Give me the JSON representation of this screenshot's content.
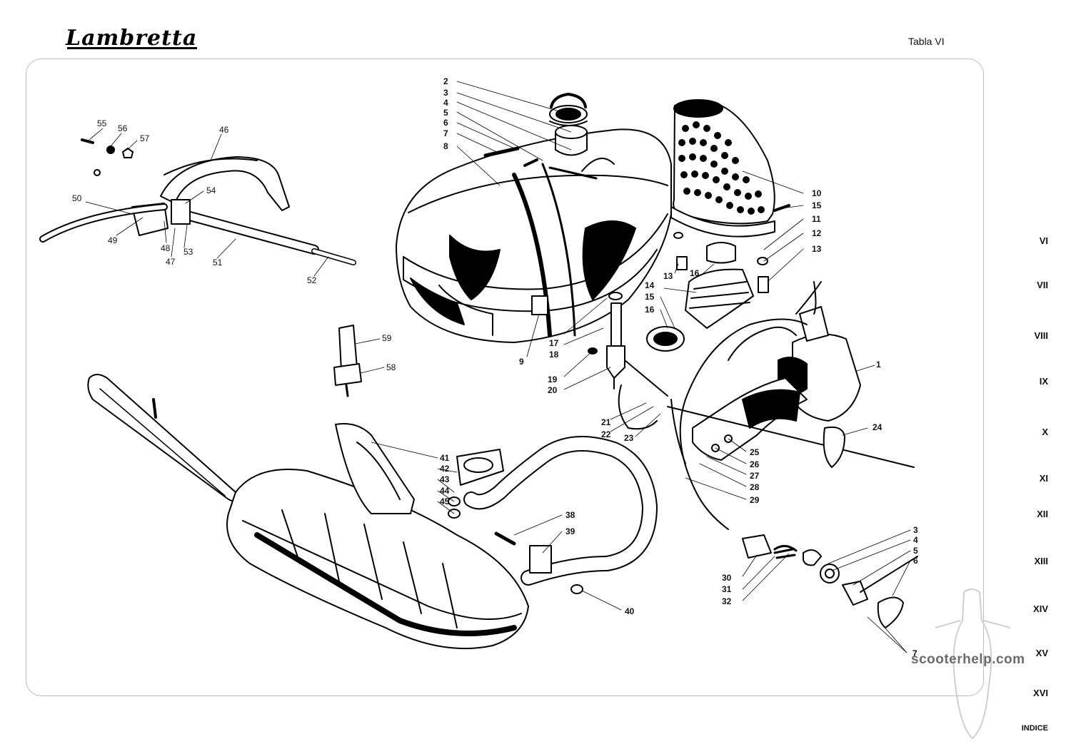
{
  "header": {
    "logo_text": "Lambretta",
    "table_title": "Tabla VI"
  },
  "nav": {
    "items": [
      "VI",
      "VII",
      "VIII",
      "IX",
      "X",
      "XI",
      "XII",
      "XIII",
      "XIV",
      "XV",
      "XVI",
      "INDICE"
    ]
  },
  "watermark": "scooterhelp.com",
  "callouts": [
    "1",
    "2",
    "3",
    "4",
    "5",
    "6",
    "7",
    "8",
    "9",
    "10",
    "11",
    "12",
    "13",
    "14",
    "15",
    "16",
    "17",
    "18",
    "19",
    "20",
    "21",
    "22",
    "23",
    "24",
    "25",
    "26",
    "27",
    "28",
    "29",
    "30",
    "31",
    "32",
    "38",
    "39",
    "40",
    "41",
    "42",
    "43",
    "44",
    "45",
    "46",
    "47",
    "48",
    "49",
    "50",
    "51",
    "52",
    "53",
    "54",
    "55",
    "56",
    "57",
    "58",
    "59"
  ],
  "callout_instances": [
    "2",
    "3",
    "4",
    "5",
    "6",
    "7",
    "8",
    "10",
    "15",
    "11",
    "12",
    "13",
    "13",
    "16",
    "14",
    "15",
    "16",
    "17",
    "18",
    "9",
    "19",
    "20",
    "21",
    "22",
    "23",
    "1",
    "24",
    "25",
    "26",
    "27",
    "28",
    "29",
    "3",
    "4",
    "5",
    "6",
    "30",
    "31",
    "32",
    "7",
    "41",
    "42",
    "43",
    "44",
    "45",
    "38",
    "39",
    "40",
    "55",
    "56",
    "57",
    "46",
    "54",
    "50",
    "49",
    "48",
    "53",
    "47",
    "51",
    "52",
    "59",
    "58"
  ]
}
